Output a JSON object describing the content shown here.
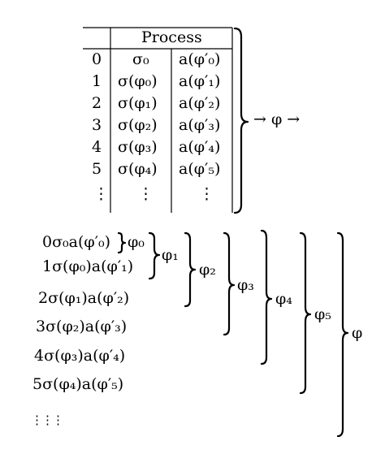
{
  "table": {
    "header": "Process",
    "index": [
      "0",
      "1",
      "2",
      "3",
      "4",
      "5",
      "⋮"
    ],
    "sigma": [
      "σ₀",
      "σ(φ₀)",
      "σ(φ₁)",
      "σ(φ₂)",
      "σ(φ₃)",
      "σ(φ₄)",
      "⋮"
    ],
    "action": [
      "a(φ′₀)",
      "a(φ′₁)",
      "a(φ′₂)",
      "a(φ′₃)",
      "a(φ′₄)",
      "a(φ′₅)",
      "⋮"
    ],
    "arrow_label": "→ φ →"
  },
  "nest": {
    "rows": [
      "0σ₀a(φ′₀)",
      "1σ(φ₀)a(φ′₁)",
      "2σ(φ₁)a(φ′₂)",
      "3σ(φ₂)a(φ′₃)",
      "4σ(φ₃)a(φ′₄)",
      "5σ(φ₄)a(φ′₅)",
      "⋮⋮⋮"
    ],
    "brace0": "φ₀",
    "labels": [
      "φ₁",
      "φ₂",
      "φ₃",
      "φ₄",
      "φ₅",
      "φ"
    ]
  }
}
